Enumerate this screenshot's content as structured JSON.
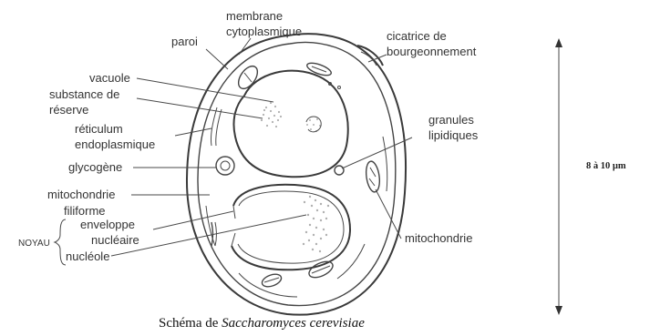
{
  "labels": {
    "membrane": [
      "membrane",
      "cytoplasmique"
    ],
    "paroi": "paroi",
    "cicatrice": [
      "cicatrice de",
      "bourgeonnement"
    ],
    "vacuole": "vacuole",
    "substance": [
      "substance de",
      "réserve"
    ],
    "reticulum": [
      "réticulum",
      "endoplasmique"
    ],
    "glycogene": "glycogène",
    "granules": [
      "granules",
      "lipidiques"
    ],
    "mito_filiforme": [
      "mitochondrie",
      "filiforme"
    ],
    "noyau": "NOYAU",
    "enveloppe": [
      "enveloppe",
      "nucléaire"
    ],
    "nucleole": "nucléole",
    "mitochondrie": "mitochondrie"
  },
  "scale": "8 à 10 µm",
  "caption": {
    "prefix": "Schéma de ",
    "species": "Saccharomyces cerevisiae"
  }
}
